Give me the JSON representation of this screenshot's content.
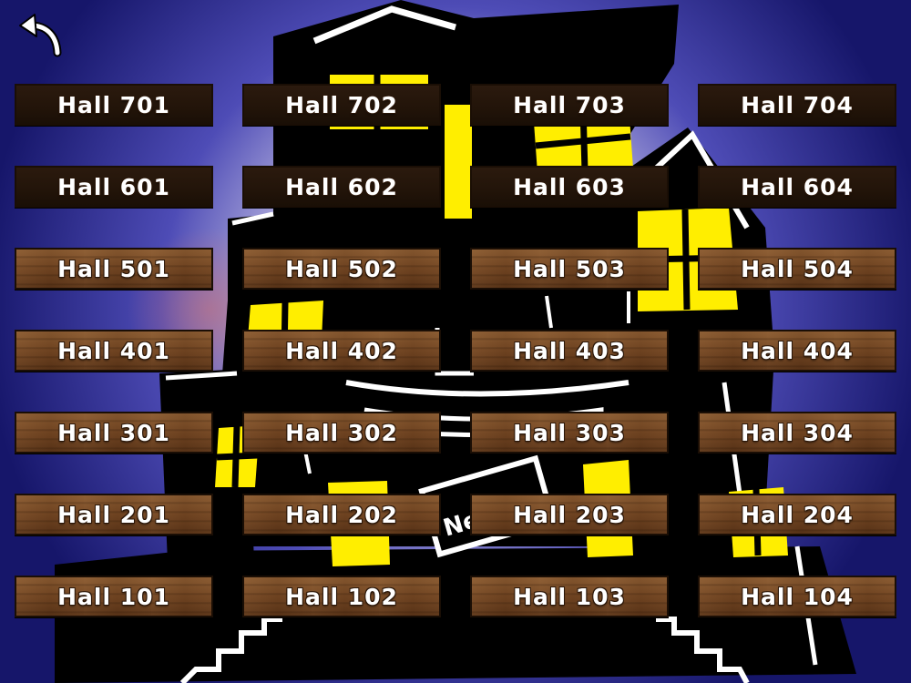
{
  "colors": {
    "sky": "#16166a",
    "moon_glow": "#e8e4f0",
    "house": "#000000",
    "window_light": "#ffee00",
    "plank_unlocked": "#744622",
    "plank_locked": "#221409",
    "label": "#ffffff"
  },
  "nav": {
    "back_icon": "curved-back-arrow-icon"
  },
  "house_sign": {
    "text": "Ne"
  },
  "halls": [
    {
      "label": "Hall 701",
      "locked": true
    },
    {
      "label": "Hall 702",
      "locked": true
    },
    {
      "label": "Hall 703",
      "locked": true
    },
    {
      "label": "Hall 704",
      "locked": true
    },
    {
      "label": "Hall 601",
      "locked": true
    },
    {
      "label": "Hall 602",
      "locked": true
    },
    {
      "label": "Hall 603",
      "locked": true
    },
    {
      "label": "Hall 604",
      "locked": true
    },
    {
      "label": "Hall 501",
      "locked": false
    },
    {
      "label": "Hall 502",
      "locked": false
    },
    {
      "label": "Hall 503",
      "locked": false
    },
    {
      "label": "Hall 504",
      "locked": false
    },
    {
      "label": "Hall 401",
      "locked": false
    },
    {
      "label": "Hall 402",
      "locked": false
    },
    {
      "label": "Hall 403",
      "locked": false
    },
    {
      "label": "Hall 404",
      "locked": false
    },
    {
      "label": "Hall 301",
      "locked": false
    },
    {
      "label": "Hall 302",
      "locked": false
    },
    {
      "label": "Hall 303",
      "locked": false
    },
    {
      "label": "Hall 304",
      "locked": false
    },
    {
      "label": "Hall 201",
      "locked": false
    },
    {
      "label": "Hall 202",
      "locked": false
    },
    {
      "label": "Hall 203",
      "locked": false
    },
    {
      "label": "Hall 204",
      "locked": false
    },
    {
      "label": "Hall 101",
      "locked": false
    },
    {
      "label": "Hall 102",
      "locked": false
    },
    {
      "label": "Hall 103",
      "locked": false
    },
    {
      "label": "Hall 104",
      "locked": false
    }
  ]
}
